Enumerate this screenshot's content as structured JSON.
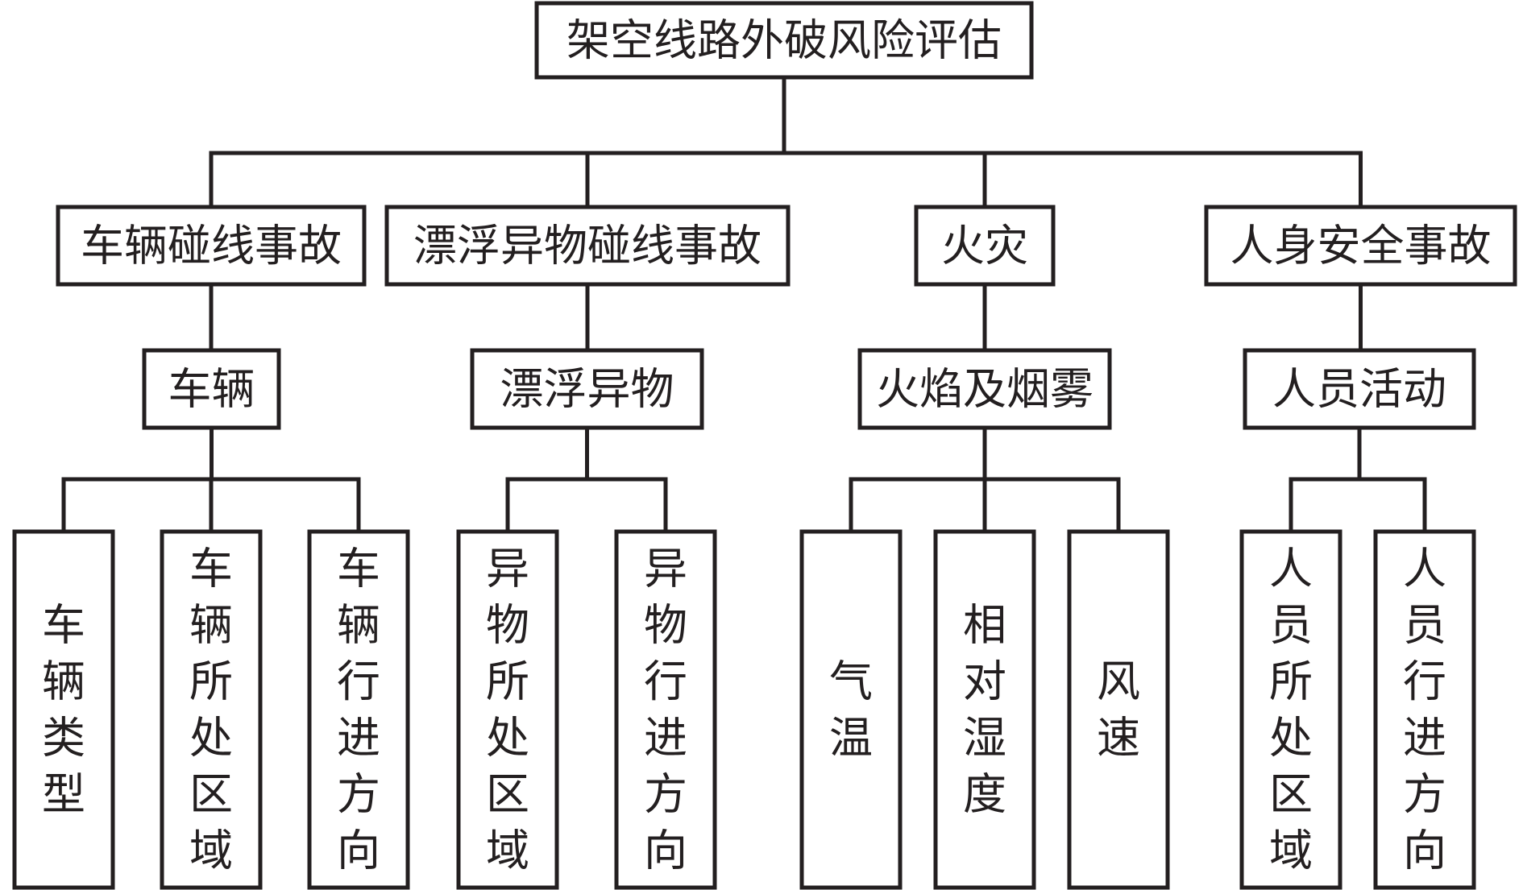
{
  "root": {
    "label": "架空线路外破风险评估"
  },
  "categories": [
    {
      "label": "车辆碰线事故",
      "factor": "车辆",
      "indicators": [
        "车辆类型",
        "车辆所处区域",
        "车辆行进方向"
      ]
    },
    {
      "label": "漂浮异物碰线事故",
      "factor": "漂浮异物",
      "indicators": [
        "异物所处区域",
        "异物行进方向"
      ]
    },
    {
      "label": "火灾",
      "factor": "火焰及烟雾",
      "indicators": [
        "气温",
        "相对湿度",
        "风速"
      ]
    },
    {
      "label": "人身安全事故",
      "factor": "人员活动",
      "indicators": [
        "人员所处区域",
        "人员行进方向"
      ]
    }
  ]
}
